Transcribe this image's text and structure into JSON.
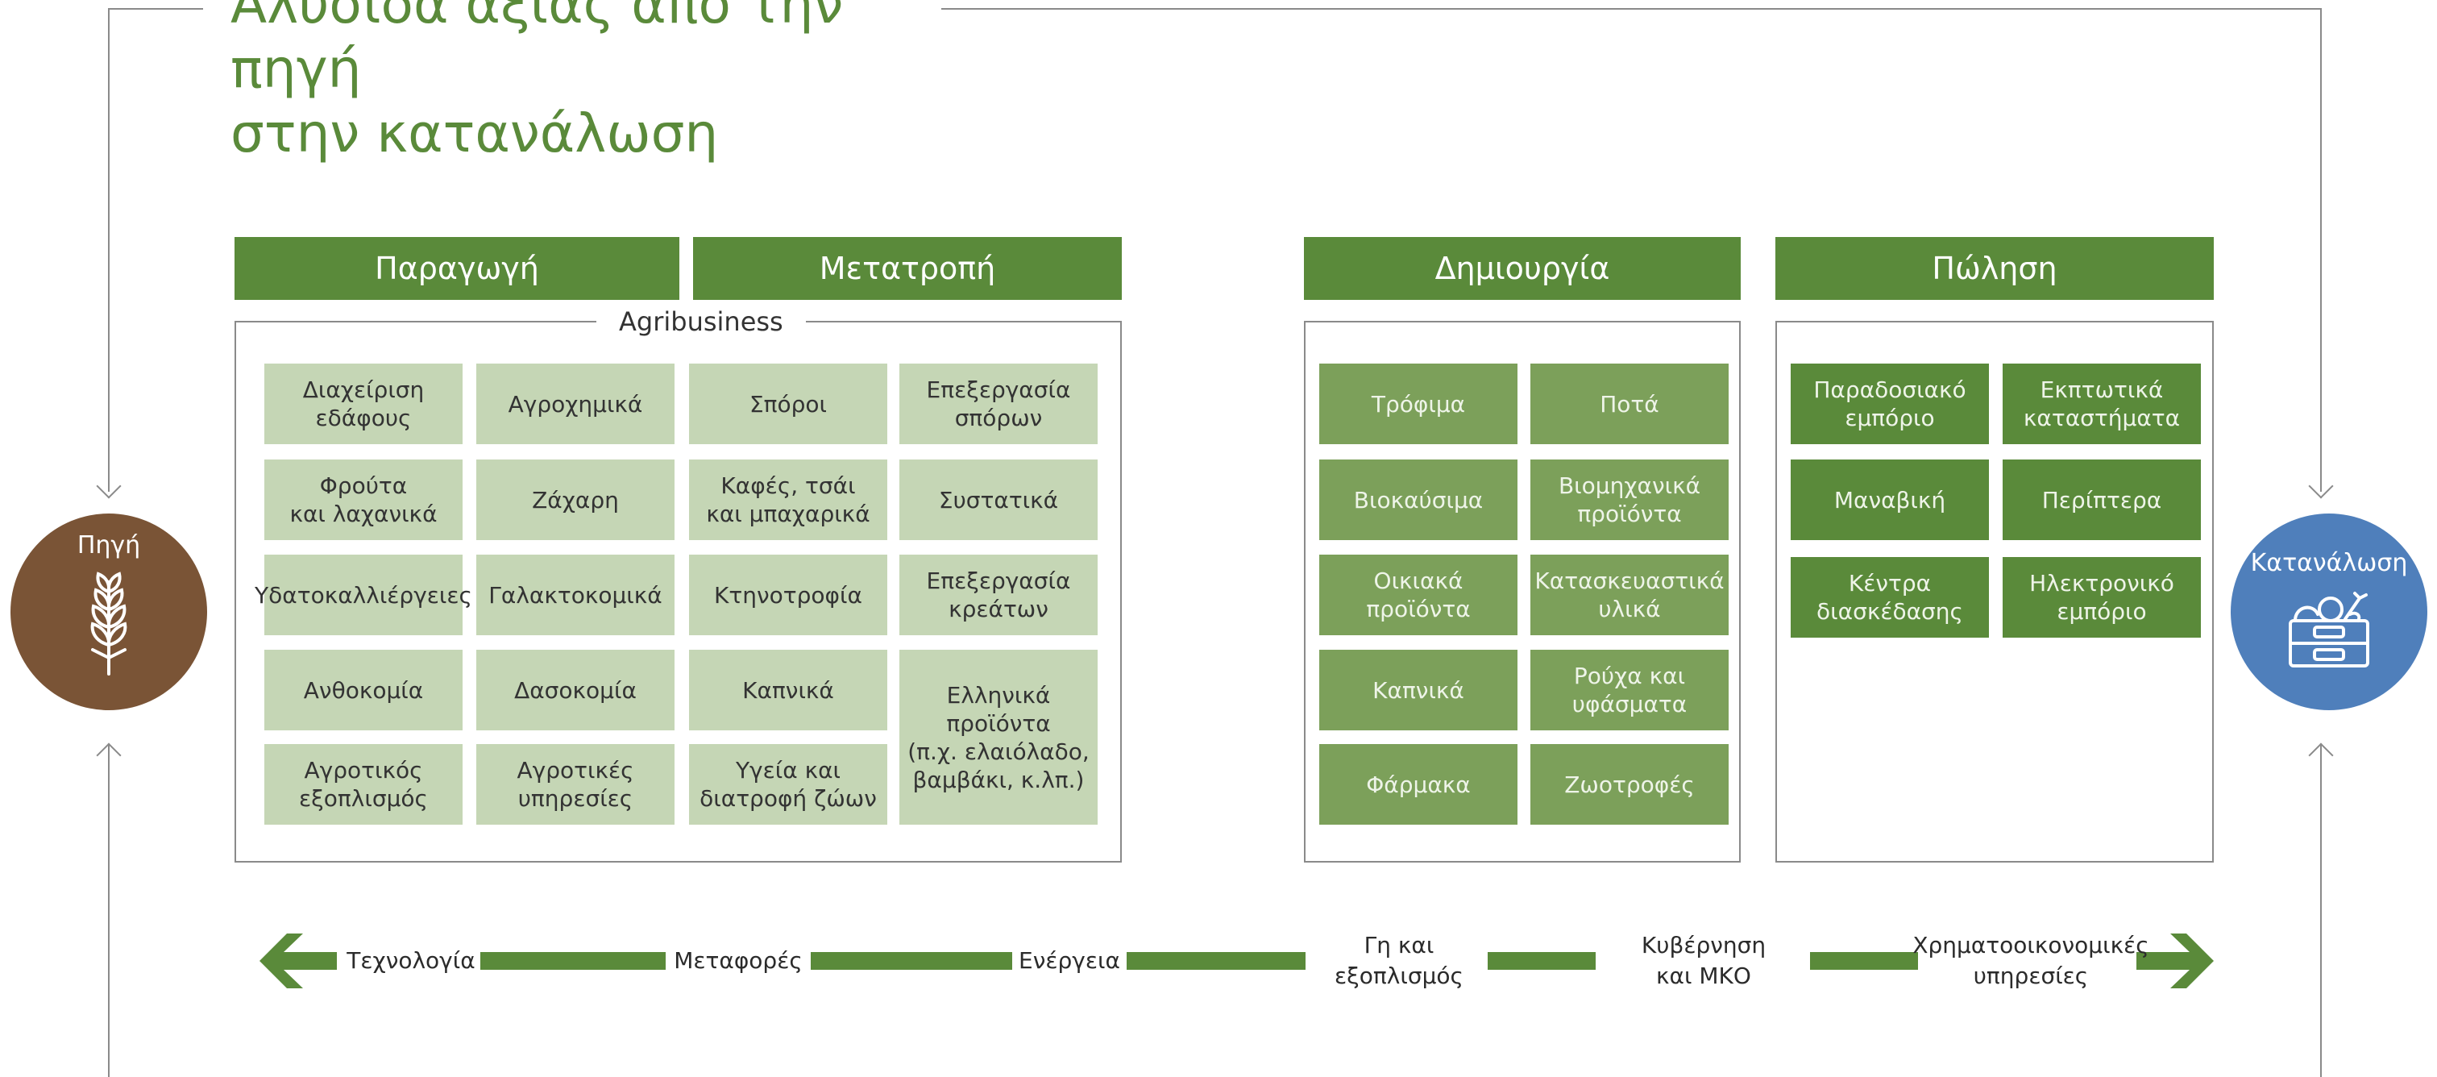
{
  "title": {
    "line1": "Αλυσίδα αξίας από την πηγή",
    "line2": "στην κατανάλωση"
  },
  "source": {
    "label": "Πηγή",
    "icon": "wheat-icon",
    "color": "#7a5436"
  },
  "consumption": {
    "label": "Κατανάλωση",
    "icon": "produce-crate-icon",
    "color": "#4f7fbb"
  },
  "stages": {
    "production": "Παραγωγή",
    "transformation": "Μετατροπή",
    "creation": "Δημιουργία",
    "sales": "Πώληση"
  },
  "agribusiness_label": "Agribusiness",
  "agribusiness_cells": [
    "Διαχείριση\nεδάφους",
    "Αγροχημικά",
    "Σπόροι",
    "Επεξεργασία\nσπόρων",
    "Φρούτα\nκαι λαχανικά",
    "Ζάχαρη",
    "Καφές, τσάι\nκαι μπαχαρικά",
    "Συστατικά",
    "Υδατοκαλλιέργειες",
    "Γαλακτοκομικά",
    "Κτηνοτροφία",
    "Επεξεργασία\nκρεάτων",
    "Ανθοκομία",
    "Δασοκομία",
    "Καπνικά",
    "Ελληνικά\nπροϊόντα\n(π.χ. ελαιόλαδο,\nβαμβάκι, κ.λπ.)",
    "Αγροτικός\nεξοπλισμός",
    "Αγροτικές\nυπηρεσίες",
    "Υγεία και\nδιατροφή ζώων"
  ],
  "creation_cells": [
    "Τρόφιμα",
    "Ποτά",
    "Βιοκαύσιμα",
    "Βιομηχανικά\nπροϊόντα",
    "Οικιακά\nπροϊόντα",
    "Κατασκευαστικά\nυλικά",
    "Καπνικά",
    "Ρούχα και\nυφάσματα",
    "Φάρμακα",
    "Ζωοτροφές"
  ],
  "sales_cells": [
    "Παραδοσιακό\nεμπόριο",
    "Εκπτωτικά\nκαταστήματα",
    "Μαναβική",
    "Περίπτερα",
    "Κέντρα\nδιασκέδασης",
    "Ηλεκτρονικό\nεμπόριο"
  ],
  "enablers": [
    "Τεχνολογία",
    "Μεταφορές",
    "Ενέργεια",
    "Γη και\nεξοπλισμός",
    "Κυβέρνηση\nκαι ΜΚΟ",
    "Χρηματοοικονομικές\nυπηρεσίες"
  ],
  "colors": {
    "dark_green": "#5a8a3a",
    "mid_green": "#7ca05a",
    "light_green": "#c5d6b5",
    "title_green": "#5a8a3a"
  }
}
